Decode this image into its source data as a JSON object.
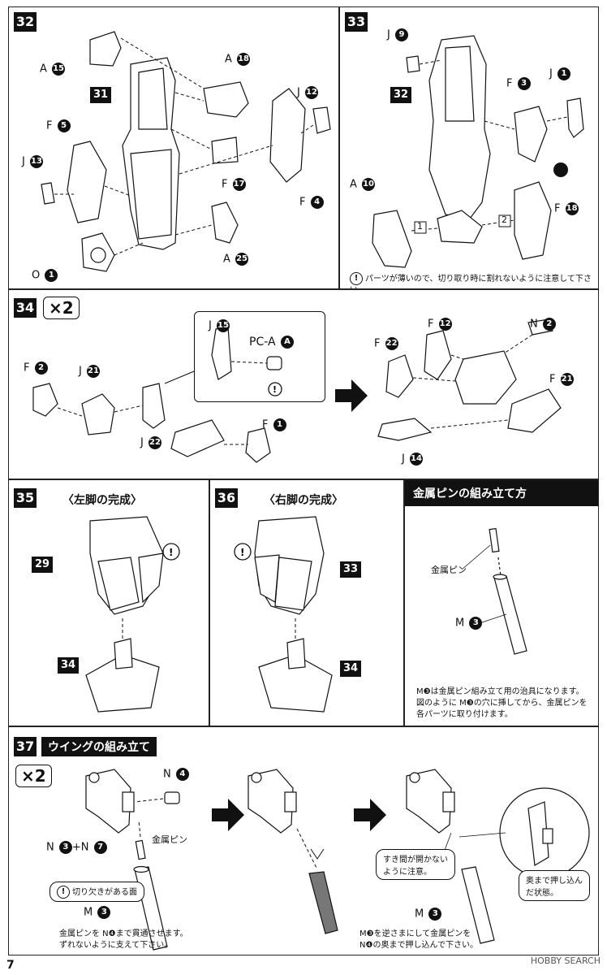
{
  "steps": {
    "s32": {
      "num": "32",
      "ref": "31",
      "labels": {
        "a15": "A",
        "a18": "A",
        "j12": "J",
        "f5": "F",
        "j13": "J",
        "f17": "F",
        "f4": "F",
        "o1": "O",
        "a25": "A"
      },
      "nums": {
        "a15": "15",
        "a18": "18",
        "j12": "12",
        "f5": "5",
        "j13": "13",
        "f17": "17",
        "f4": "4",
        "o1": "1",
        "a25": "25"
      }
    },
    "s33": {
      "num": "33",
      "ref": "32",
      "labels": {
        "j9": "J",
        "f3": "F",
        "j1": "J",
        "a10": "A",
        "f18": "F"
      },
      "nums": {
        "j9": "9",
        "f3": "3",
        "j1": "1",
        "a10": "10",
        "f18": "18"
      },
      "order1": "1",
      "order2": "2",
      "note": "パーツが薄いので、切り取り時に割れないように注意して下さい。"
    },
    "s34": {
      "num": "34",
      "multiplier": "×2",
      "labels": {
        "f2": "F",
        "j21": "J",
        "j15": "J",
        "pca": "PC-A",
        "f1": "F",
        "j22": "J",
        "f22": "F",
        "f12": "F",
        "n2": "N",
        "f21": "F",
        "j14": "J"
      },
      "nums": {
        "f2": "2",
        "j21": "21",
        "j15": "15",
        "pca": "A",
        "f1": "1",
        "j22": "22",
        "f22": "22",
        "f12": "12",
        "n2": "2",
        "f21": "21",
        "j14": "14"
      }
    },
    "s35": {
      "num": "35",
      "title": "〈左脚の完成〉",
      "ref_top": "29",
      "ref_bottom": "34"
    },
    "s36": {
      "num": "36",
      "title": "〈右脚の完成〉",
      "ref_top": "33",
      "ref_bottom": "34"
    },
    "pin": {
      "title": "金属ピンの組み立て方",
      "pin_label": "金属ピン",
      "m_label": "M",
      "m_num": "3",
      "note": [
        "M❸は金属ピン組み立て用の治具になります。",
        "図のように M❸の穴に挿してから、金属ピンを",
        "各パーツに取り付けます。"
      ]
    },
    "s37": {
      "num": "37",
      "title": "ウイングの組み立て",
      "multiplier": "×2",
      "n4_label": "N",
      "n4_num": "4",
      "n37_a": "N",
      "n37_a_num": "3",
      "plus": "+N",
      "n37_b_num": "7",
      "pin_label": "金属ピン",
      "cut_note": "切り欠きがある面",
      "m_label": "M",
      "m_num": "3",
      "note_left": [
        "金属ピンを N❹まで貫通させます。",
        "ずれないように支えて下さい。"
      ],
      "gap_note": [
        "すき間が開かない",
        "ように注意。"
      ],
      "push_note": [
        "奥まで押し込ん",
        "だ状態。"
      ],
      "m2_label": "M",
      "m2_num": "3",
      "note_right": [
        "M❸を逆さまにして金属ピンを",
        "N❹の奥まで押し込んで下さい。"
      ]
    }
  },
  "footer": {
    "page": "7",
    "brand": "HOBBY SEARCH"
  }
}
